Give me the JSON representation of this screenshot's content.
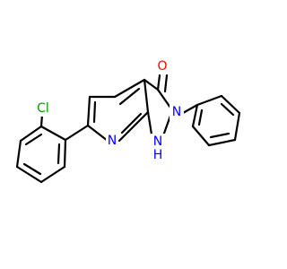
{
  "molecule": {
    "atoms": {
      "oxygen": {
        "text": "O",
        "color": "#ff0000"
      },
      "chlorine": {
        "text": "Cl",
        "color": "#00a000"
      },
      "pyridine_nitrogen": {
        "text": "N",
        "color": "#0000ff"
      },
      "pyrazole_nitrogen": {
        "text": "N",
        "color": "#0000ff"
      },
      "nh_nitrogen": {
        "text": "N",
        "color": "#0000ff"
      },
      "nh_hydrogen": {
        "text": "H",
        "color": "#0000ff"
      }
    }
  }
}
